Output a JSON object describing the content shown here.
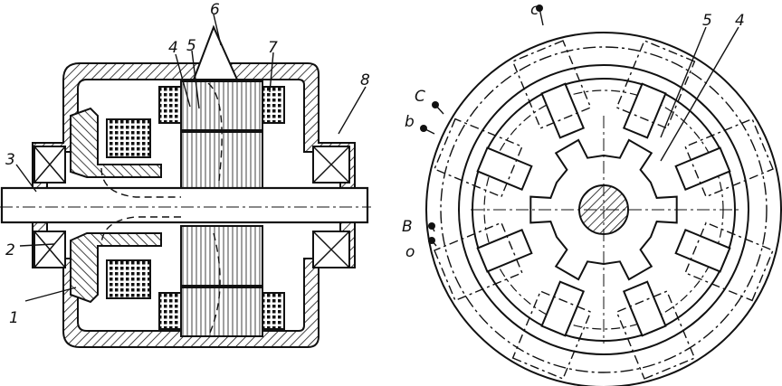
{
  "section_view": {
    "labels": {
      "l1": "1",
      "l2": "2",
      "l3": "3",
      "l4": "4",
      "l5": "5",
      "l6": "6",
      "l7": "7",
      "l8": "8"
    }
  },
  "end_view": {
    "labels": {
      "c": "c",
      "C": "C",
      "b": "b",
      "B": "B",
      "o": "o",
      "n5": "5",
      "n4": "4"
    },
    "rotor_teeth": 6,
    "stator_poles": 8
  },
  "colors": {
    "ink": "#111111",
    "background": "#ffffff"
  }
}
